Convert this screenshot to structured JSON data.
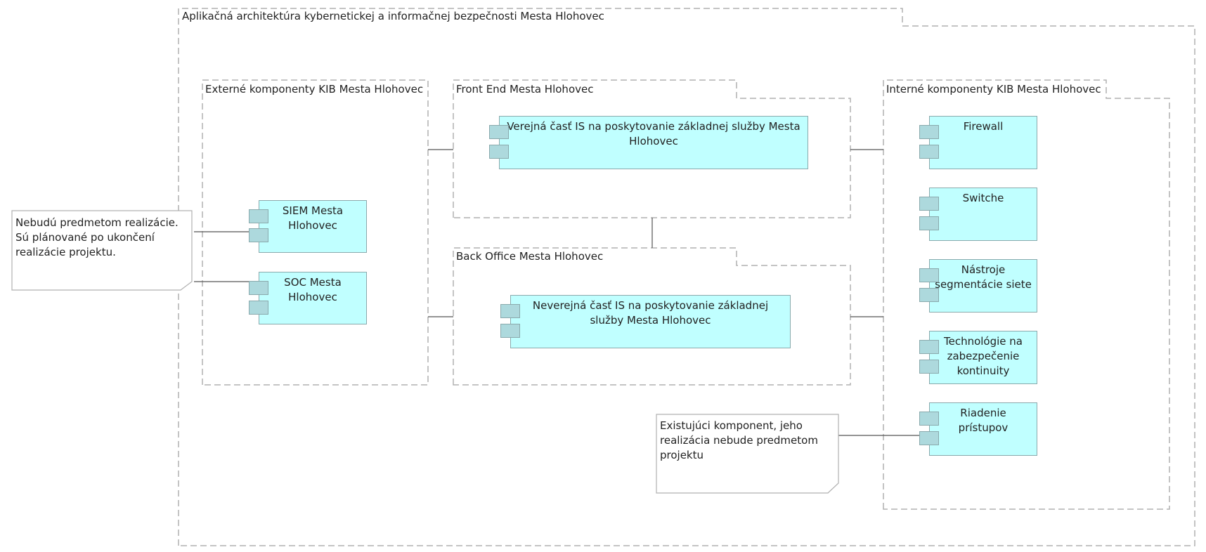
{
  "groups": {
    "outer": "Aplikačná architektúra kybernetickej a informačnej bezpečnosti Mesta Hlohovec",
    "external": "Externé komponenty KIB Mesta Hlohovec",
    "frontend": "Front End Mesta Hlohovec",
    "backoffice": "Back Office Mesta Hlohovec",
    "internal": "Interné komponenty KIB Mesta Hlohovec"
  },
  "components": {
    "siem": "SIEM Mesta Hlohovec",
    "soc": "SOC Mesta Hlohovec",
    "verejna": "Verejná časť IS na poskytovanie základnej služby Mesta Hlohovec",
    "neverejna": "Neverejná časť IS na poskytovanie základnej služby Mesta Hlohovec",
    "firewall": "Firewall",
    "switche": "Switche",
    "nastroje": "Nástroje segmentácie siete",
    "technologie": "Technológie na zabezpečenie kontinuity",
    "riadenie": "Riadenie prístupov"
  },
  "notes": {
    "external_note": "Nebudú predmetom realizácie. Sú plánované po ukončení realizácie projektu.",
    "existing_note": "Existujúci komponent, jeho realizácia nebude predmetom projektu"
  },
  "colors": {
    "component_fill": "#c0ffff",
    "component_tab": "#add9dd",
    "component_border": "#8aa9ac",
    "group_border": "#b0b0b0"
  }
}
